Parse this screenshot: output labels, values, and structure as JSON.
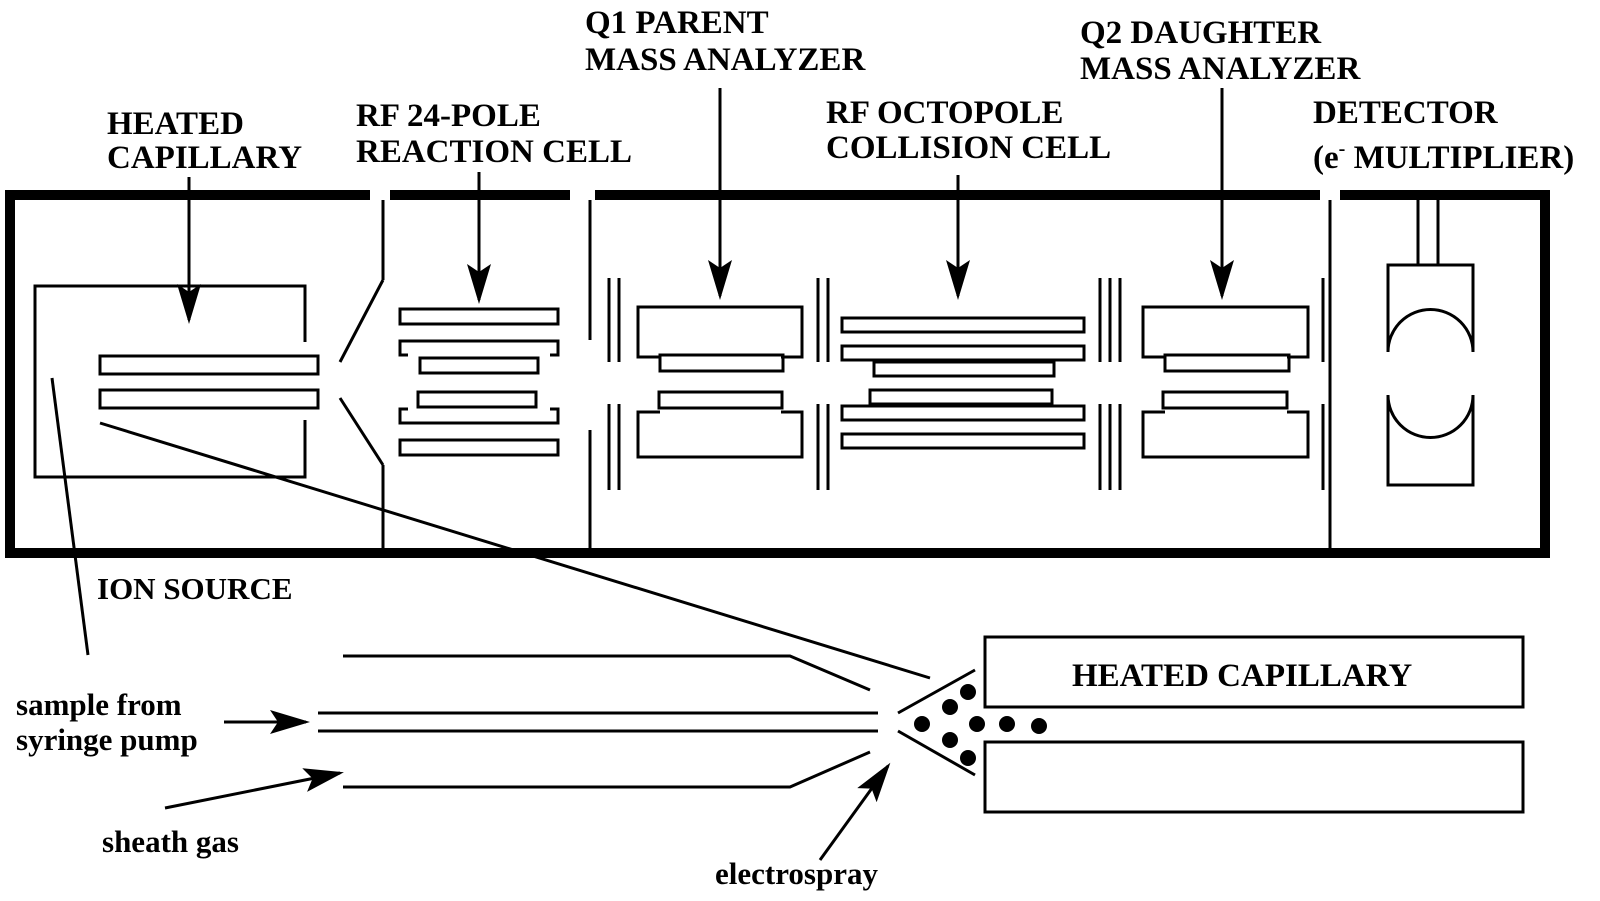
{
  "labels": {
    "heated_capillary_top": [
      "HEATED",
      "CAPILLARY"
    ],
    "rf24_pole": [
      "RF 24-POLE",
      "REACTION CELL"
    ],
    "q1": [
      "Q1 PARENT",
      "MASS ANALYZER"
    ],
    "octopole": [
      "RF OCTOPOLE",
      "COLLISION CELL"
    ],
    "q2": [
      "Q2 DAUGHTER",
      "MASS ANALYZER"
    ],
    "detector": [
      "DETECTOR",
      "(e",
      "-",
      " MULTIPLIER)"
    ],
    "ion_source": "ION SOURCE",
    "heated_capillary_inset": "HEATED CAPILLARY",
    "sample_from": [
      "sample from",
      "syringe pump"
    ],
    "sheath_gas": "sheath gas",
    "electrospray": "electrospray"
  }
}
